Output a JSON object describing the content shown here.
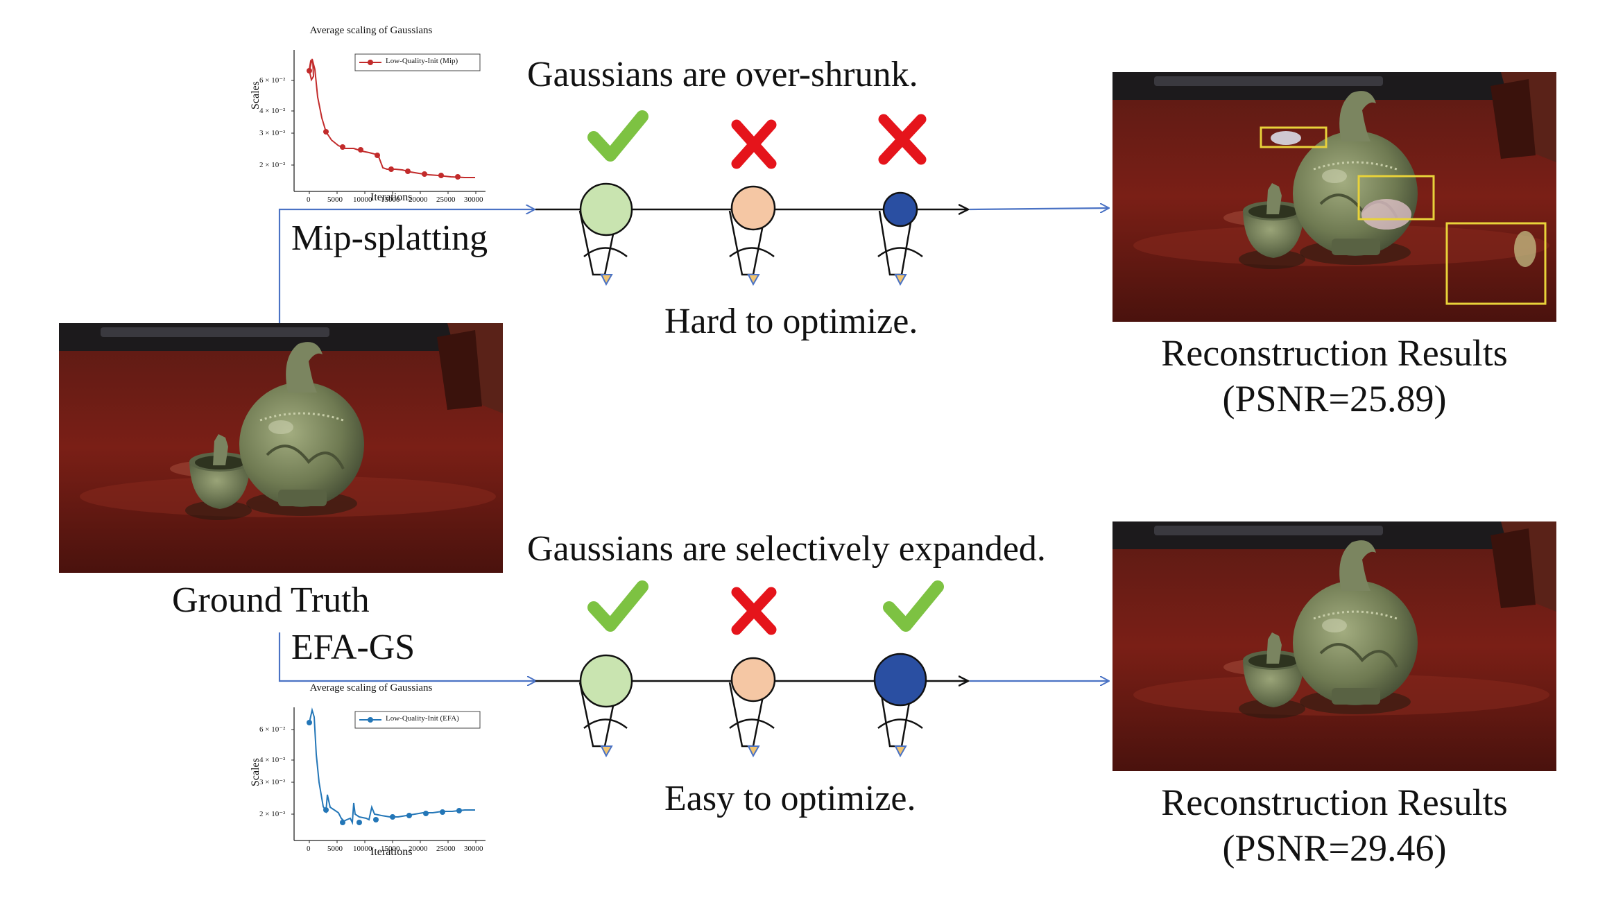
{
  "ground_truth": {
    "label": "Ground Truth"
  },
  "mip": {
    "method_label": "Mip-splatting",
    "header": "Gaussians are over-shrunk.",
    "footer": "Hard to optimize.",
    "result_caption_line1": "Reconstruction Results",
    "result_caption_line2": "(PSNR=25.89)",
    "marks": [
      "check",
      "cross",
      "cross"
    ],
    "gaussian_colors": [
      "#c9e4b0",
      "#f5c7a4",
      "#2a4fa2"
    ],
    "plot": {
      "title": "Average scaling of Gaussians",
      "legend": "Low-Quality-Init (Mip)",
      "xlabel": "Iterations",
      "ylabel": "Scales",
      "line_color": "#c22b2b",
      "ytick_labels": [
        "6 × 10⁻²",
        "4 × 10⁻²",
        "3 × 10⁻²",
        "2 × 10⁻²"
      ],
      "xtick_labels": [
        "0",
        "5000",
        "10000",
        "15000",
        "20000",
        "25000",
        "30000"
      ]
    }
  },
  "efa": {
    "method_label": "EFA-GS",
    "header": "Gaussians are selectively expanded.",
    "footer": "Easy to optimize.",
    "result_caption_line1": "Reconstruction Results",
    "result_caption_line2": "(PSNR=29.46)",
    "marks": [
      "check",
      "cross",
      "check"
    ],
    "gaussian_colors": [
      "#c9e4b0",
      "#f5c7a4",
      "#2a4fa2"
    ],
    "plot": {
      "title": "Average scaling of Gaussians",
      "legend": "Low-Quality-Init (EFA)",
      "xlabel": "Iterations",
      "ylabel": "Scales",
      "line_color": "#2376b7",
      "ytick_labels": [
        "6 × 10⁻²",
        "4 × 10⁻²",
        "3 × 10⁻²",
        "2 × 10⁻²"
      ],
      "xtick_labels": [
        "0",
        "5000",
        "10000",
        "15000",
        "20000",
        "25000",
        "30000"
      ]
    }
  },
  "colors": {
    "arrow_blue": "#4a72c4",
    "check_green": "#7dc242",
    "cross_red": "#e5141b",
    "box_yellow": "#e8d23a"
  }
}
